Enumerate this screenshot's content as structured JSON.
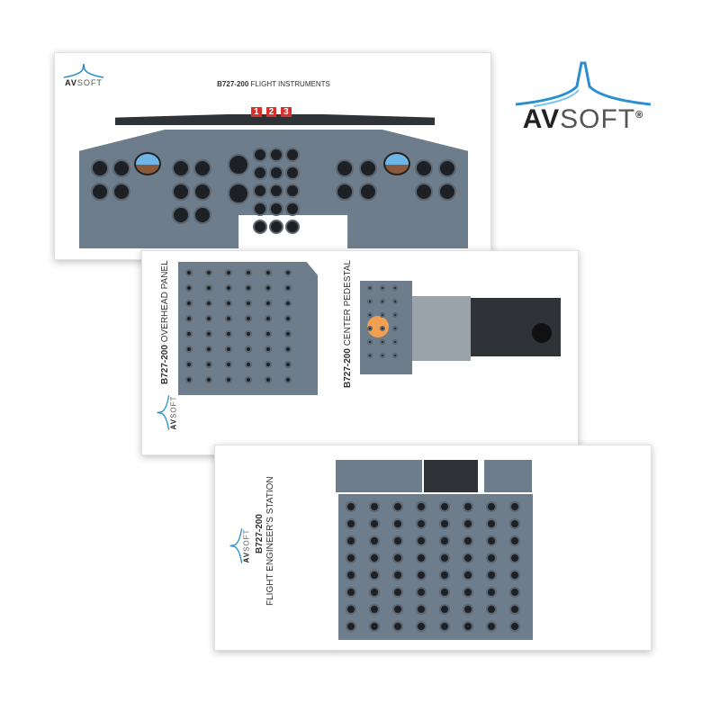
{
  "brand": {
    "name_bold": "AV",
    "name_light": "SOFT",
    "registered": "®"
  },
  "sheets": [
    {
      "title_bold": "B727-200",
      "title_rest": "FLIGHT INSTRUMENTS",
      "engine_labels": [
        "1",
        "2",
        "3"
      ]
    },
    {
      "title_bold": "B727-200",
      "title_rest": "OVERHEAD PANEL"
    },
    {
      "title_bold": "B727-200",
      "title_rest": "CENTER PEDESTAL"
    },
    {
      "title_bold": "B727-200",
      "title_rest": "FLIGHT ENGINEER'S STATION"
    }
  ],
  "colors": {
    "panel": "#6d7d8c",
    "brand_blue": "#2a8fd0",
    "warning": "#d8302c",
    "amber": "#e8a53c"
  }
}
